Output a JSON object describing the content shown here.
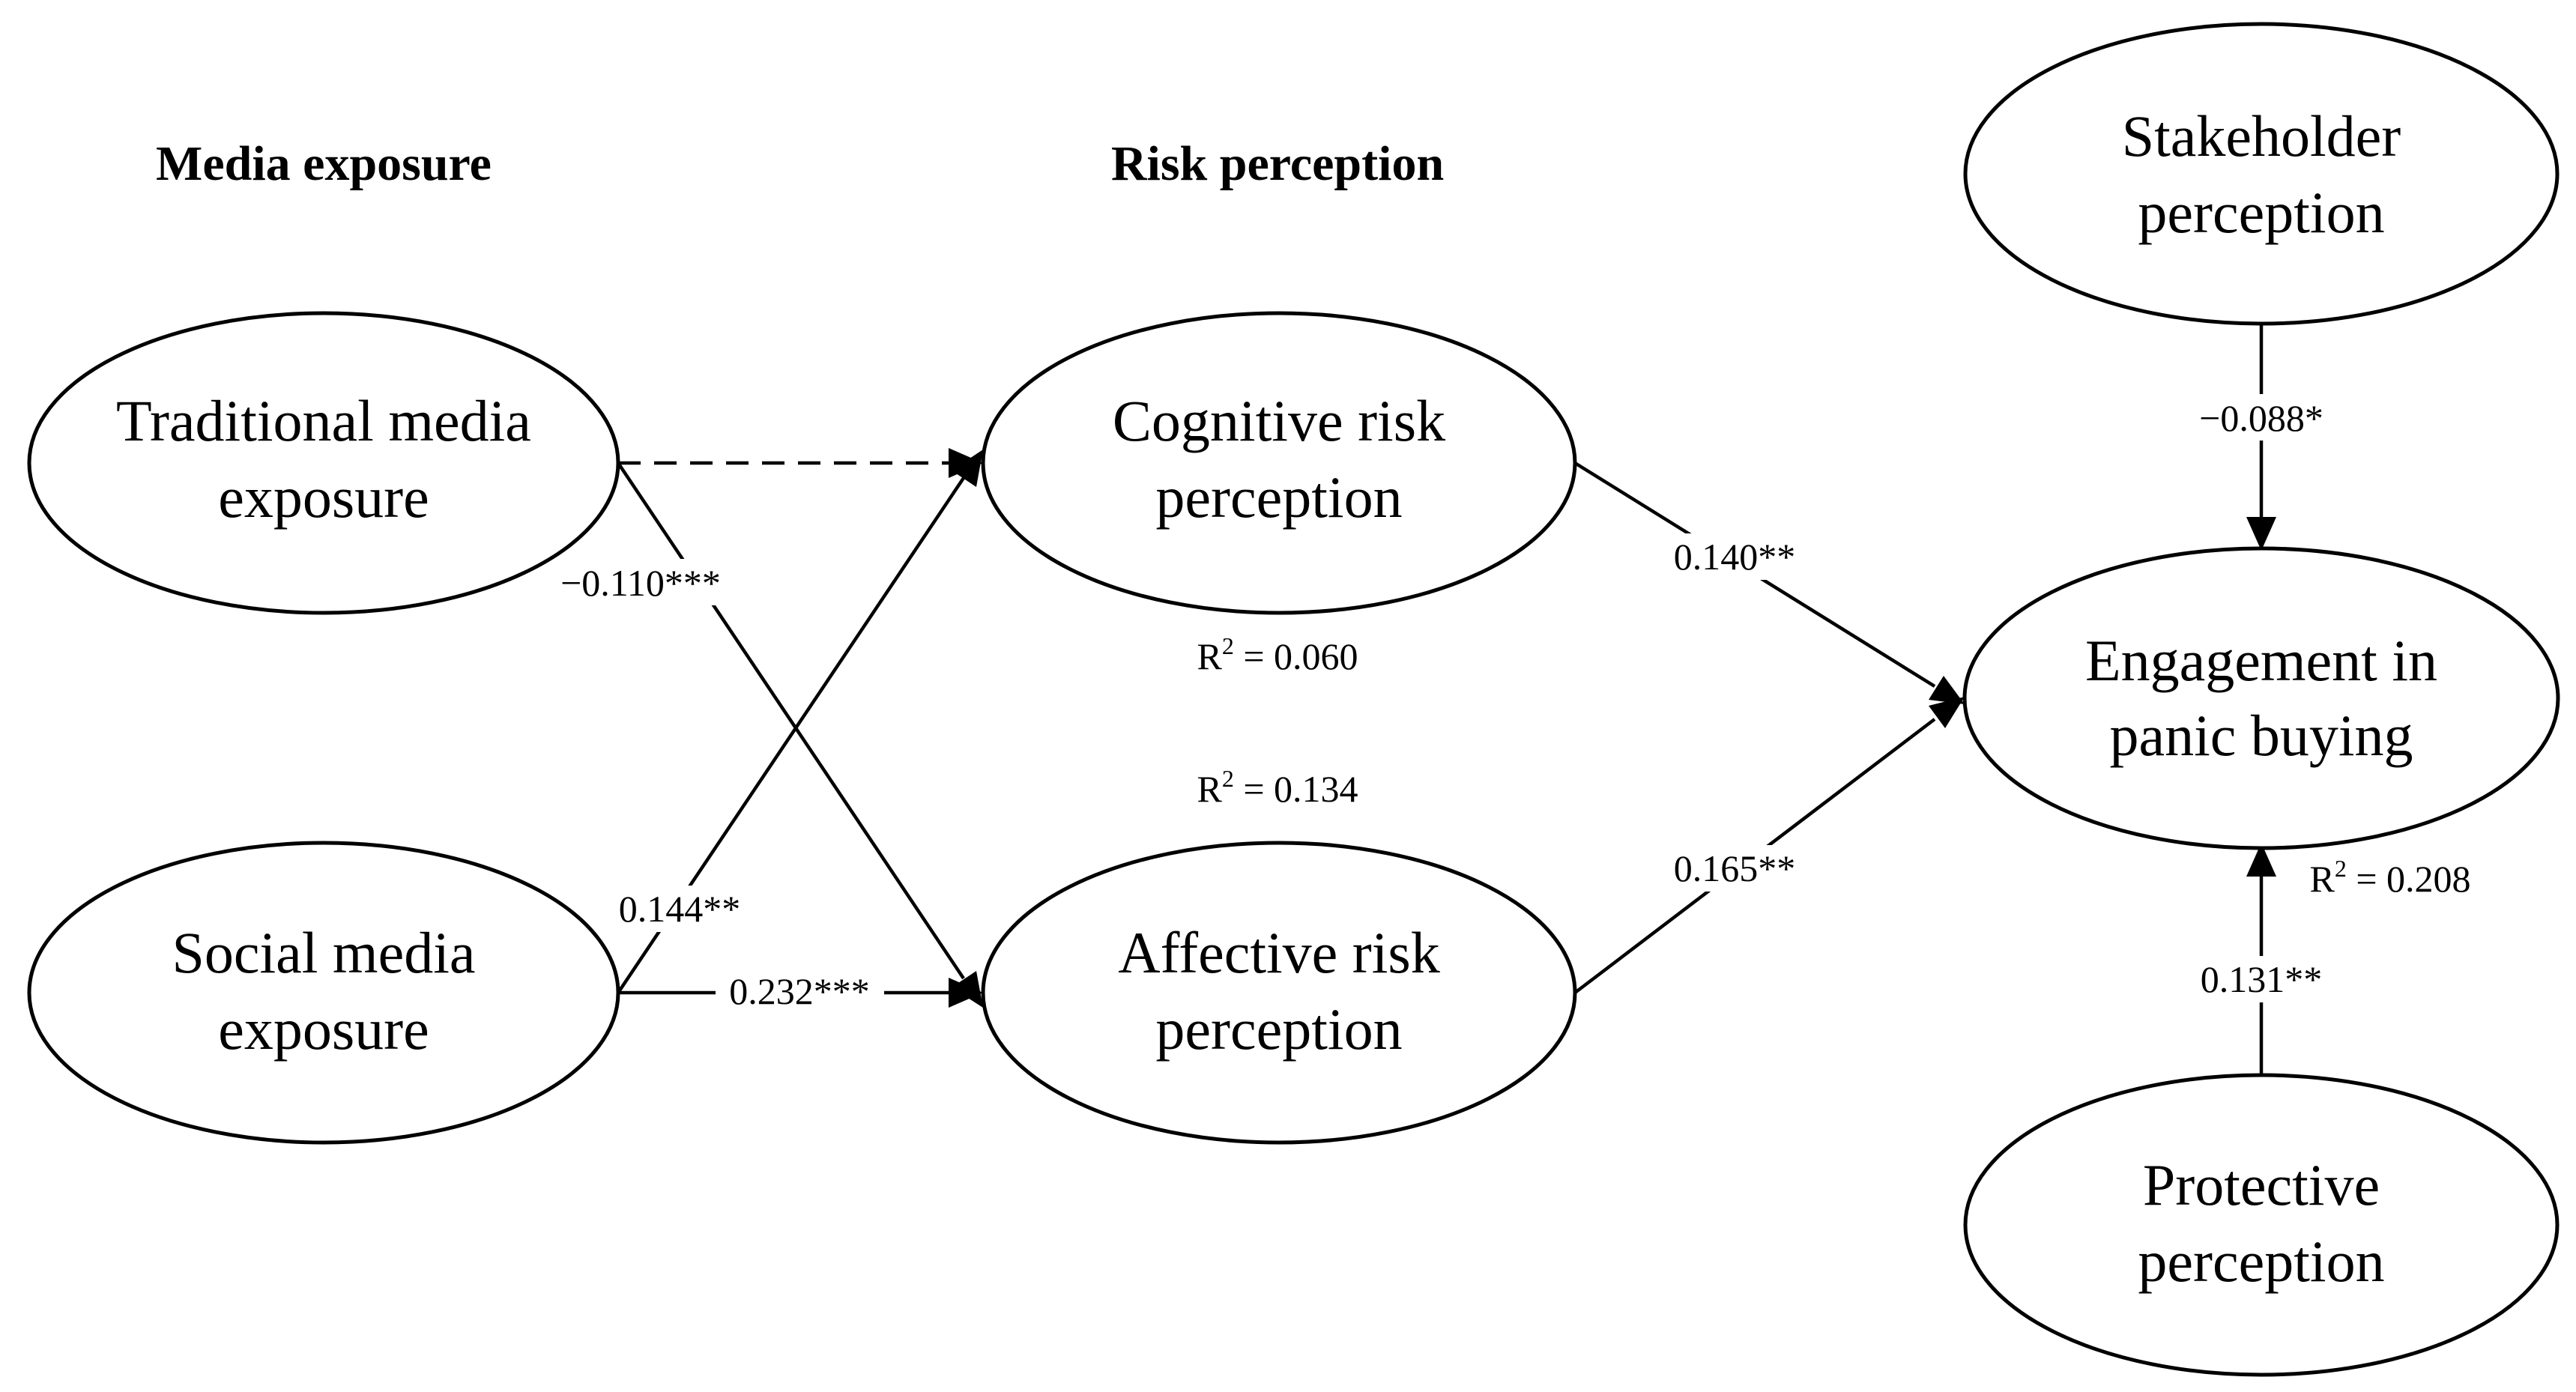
{
  "headings": {
    "media_exposure": "Media exposure",
    "risk_perception": "Risk perception"
  },
  "nodes": {
    "traditional_media": {
      "line1": "Traditional media",
      "line2": "exposure"
    },
    "social_media": {
      "line1": "Social media",
      "line2": "exposure"
    },
    "cognitive_risk": {
      "line1": "Cognitive risk",
      "line2": "perception"
    },
    "affective_risk": {
      "line1": "Affective risk",
      "line2": "perception"
    },
    "stakeholder": {
      "line1": "Stakeholder",
      "line2": "perception"
    },
    "engagement": {
      "line1": "Engagement in",
      "line2": "panic buying"
    },
    "protective": {
      "line1": "Protective",
      "line2": "perception"
    }
  },
  "paths": {
    "traditional_to_affective": "−0.110***",
    "social_to_cognitive": "0.144**",
    "social_to_affective": "0.232***",
    "cognitive_to_engagement": "0.140**",
    "affective_to_engagement": "0.165**",
    "stakeholder_to_engagement": "−0.088*",
    "protective_to_engagement": "0.131**"
  },
  "r_squared": {
    "prefix": "R",
    "exponent": "2",
    "cognitive": "= 0.060",
    "affective": "= 0.134",
    "engagement": "= 0.208"
  },
  "colors": {
    "stroke": "#000000",
    "background": "#ffffff"
  }
}
